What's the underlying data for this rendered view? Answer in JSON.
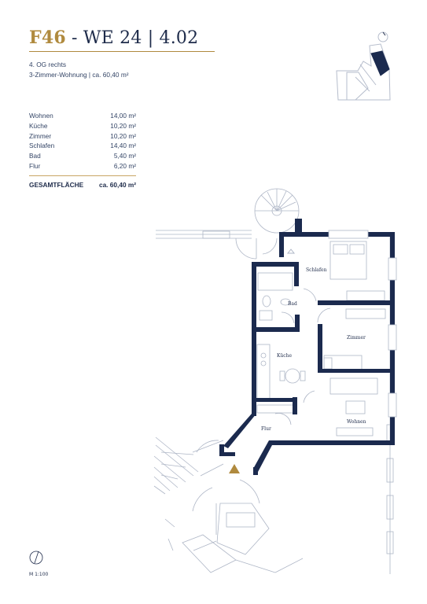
{
  "header": {
    "code": "F46",
    "separator": " - ",
    "unit": "WE 24",
    "divider": " | ",
    "number": "4.02"
  },
  "info": {
    "floor": "4. OG rechts",
    "type": "3-Zimmer-Wohnung | ca. 60,40 m²"
  },
  "rooms": [
    {
      "name": "Wohnen",
      "area": "14,00 m²"
    },
    {
      "name": "Küche",
      "area": "10,20 m²"
    },
    {
      "name": "Zimmer",
      "area": "10,20 m²"
    },
    {
      "name": "Schlafen",
      "area": "14,40 m²"
    },
    {
      "name": "Bad",
      "area": "5,40 m²"
    },
    {
      "name": "Flur",
      "area": "6,20 m²"
    }
  ],
  "total": {
    "label": "GESAMTFLÄCHE",
    "value": "ca. 60,40 m²"
  },
  "plan_labels": {
    "schlafen": "Schlafen",
    "bad": "Bad",
    "kueche": "Küche",
    "zimmer": "Zimmer",
    "wohnen": "Wohnen",
    "flur": "Flur"
  },
  "scale": "M 1:100",
  "colors": {
    "accent_gold": "#b08a3e",
    "navy": "#1e2b4a",
    "wall": "#1b2a4e"
  }
}
